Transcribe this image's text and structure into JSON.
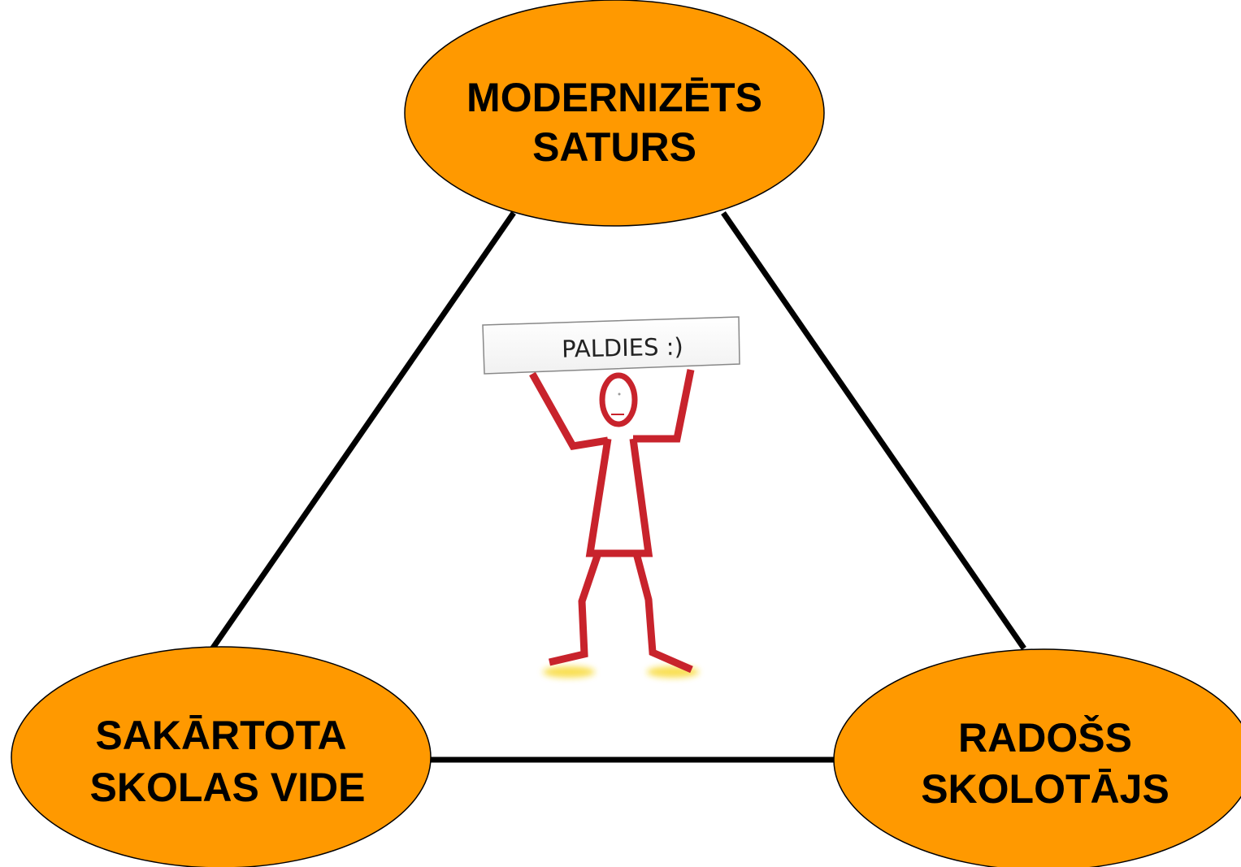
{
  "nodes": {
    "top": {
      "line1": "MODERNIZĒTS",
      "line2": "SATURS"
    },
    "left": {
      "line1": "SAKĀRTOTA",
      "line2": "SKOLAS VIDE"
    },
    "right": {
      "line1": "RADOŠS",
      "line2": "SKOLOTĀJS"
    }
  },
  "figure": {
    "sign_text": "PALDIES :)"
  },
  "colors": {
    "node_fill": "#FF9900",
    "node_stroke": "#000000",
    "edge": "#000000",
    "figure": "#C8232C",
    "feet_glow": "#F7D417",
    "sign_fill": "#FFFFFF",
    "sign_stroke": "#888888"
  }
}
